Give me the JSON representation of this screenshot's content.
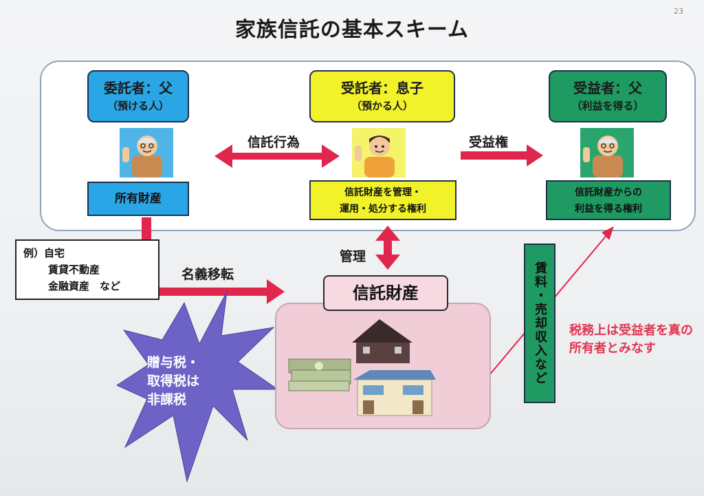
{
  "page": {
    "number": "23",
    "title": "家族信託の基本スキーム"
  },
  "settlor": {
    "name": "委託者：父",
    "sub": "（預ける人）",
    "asset": "所有財産"
  },
  "trustee": {
    "name": "受託者：息子",
    "sub": "（預かる人）",
    "right_line1": "信託財産を管理・",
    "right_line2": "運用・処分する権利"
  },
  "beneficiary": {
    "name": "受益者：父",
    "sub": "（利益を得る）",
    "right_line1": "信託財産からの",
    "right_line2": "利益を得る権利"
  },
  "arrows": {
    "trust_act": "信託行為",
    "beneficial_right": "受益権",
    "management": "管理",
    "transfer": "名義移転"
  },
  "example": {
    "line1": "例）自宅",
    "line2": "賃貸不動産",
    "line3": "金融資産　など"
  },
  "trust_property": {
    "label": "信託財産"
  },
  "income": {
    "label": "賃料・売却収入など"
  },
  "tax_note": "税務上は受益者を真の所有者とみなす",
  "star": {
    "line1": "贈与税・",
    "line2": "取得税は",
    "line3": "非課税"
  },
  "colors": {
    "settlor": "#2aa6e6",
    "trustee": "#f2f22a",
    "beneficiary": "#1f9a62",
    "arrow": "#e0264c",
    "star": "#6d63c7",
    "trust_bg": "#f1cdd8"
  },
  "icons": [
    "elderly-man-icon",
    "son-icon",
    "elderly-man-icon",
    "house-icon",
    "money-stack-icon",
    "apartment-icon"
  ]
}
